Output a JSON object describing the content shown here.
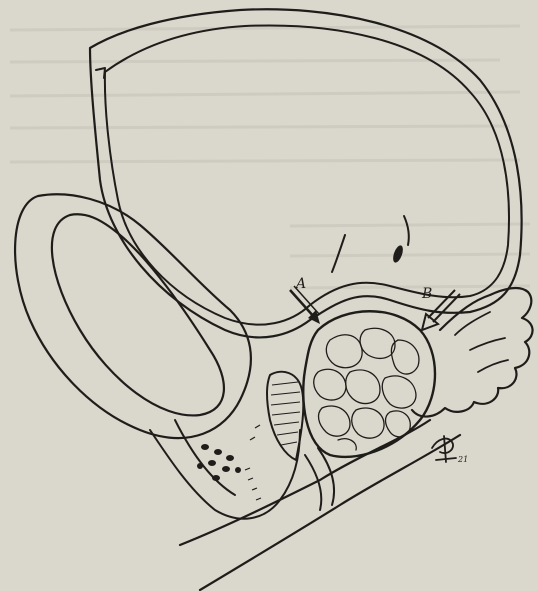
{
  "figure": {
    "labels": {
      "arrow_a": "A",
      "arrow_b": "B"
    },
    "signature": "21",
    "colors": {
      "paper": "#dad7cd",
      "ink": "#1f1d1a",
      "bleed": "#c9c6bc"
    }
  }
}
